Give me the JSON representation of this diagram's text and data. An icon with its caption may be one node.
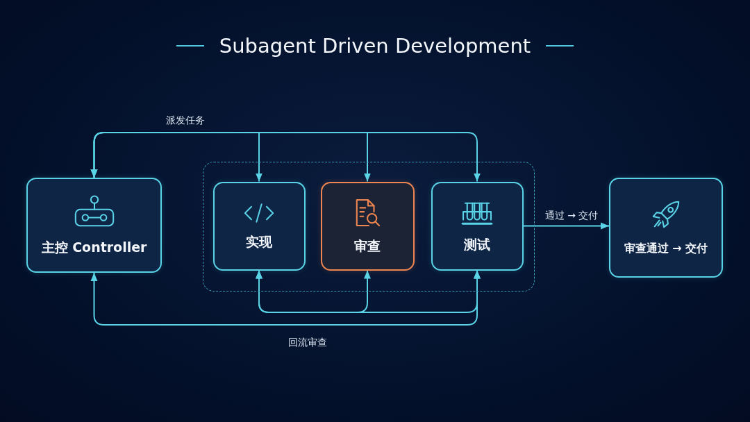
{
  "diagram": {
    "title": "Subagent Driven Development",
    "nodes": [
      {
        "text": [
          "主控 Controller"
        ]
      },
      {
        "text": [],
        "shape": "box"
      },
      {
        "text": [
          "实现"
        ],
        "in": 1
      },
      {
        "text": [
          "审查"
        ],
        "in": 1
      },
      {
        "text": [
          "测试"
        ],
        "in": 1
      },
      {
        "text": [
          "审查通过 → 交付"
        ]
      }
    ],
    "edges": [
      {
        "from": 0,
        "to": 2,
        "arrow": "both",
        "label": "派发任务"
      },
      {
        "from": 0,
        "to": 3,
        "arrow": "both"
      },
      {
        "from": 0,
        "to": 4,
        "arrow": "both"
      },
      {
        "from": 4,
        "to": 0,
        "arrow": "both",
        "label": "回流审查"
      },
      {
        "from": 2,
        "to": 4,
        "arrow": "both"
      },
      {
        "from": 3,
        "to": 2,
        "arrow": "both"
      },
      {
        "from": 4,
        "to": 5,
        "arrow": "to",
        "label": "通过 → 交付"
      }
    ]
  }
}
